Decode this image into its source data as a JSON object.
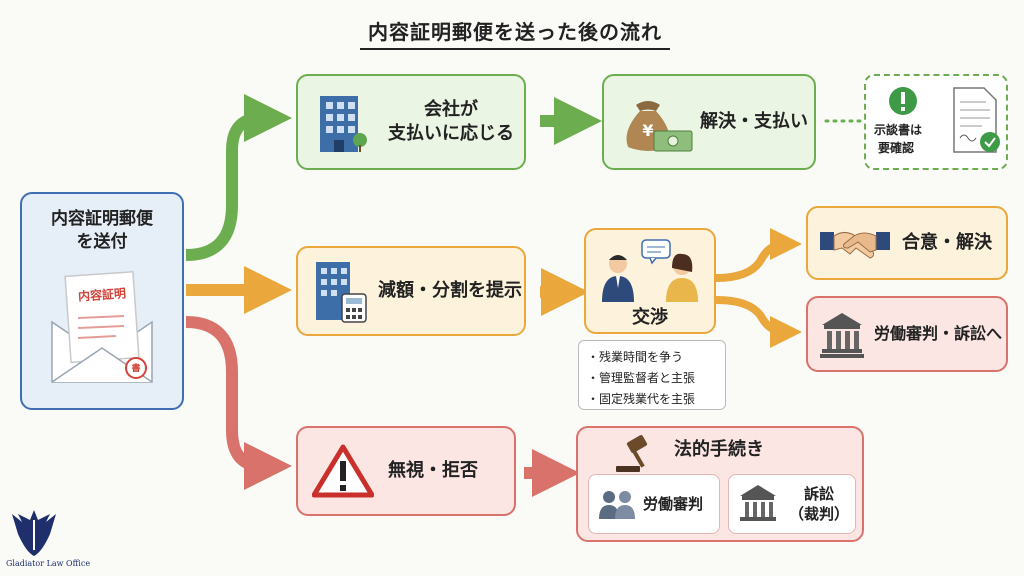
{
  "title": "内容証明郵便を送った後の流れ",
  "start": {
    "label_line1": "内容証明郵便",
    "label_line2": "を送付",
    "letter_label": "内容証明",
    "seal": "書"
  },
  "green_path": {
    "step1_line1": "会社が",
    "step1_line2": "支払いに応じる",
    "step2": "解決・支払い",
    "currency": "¥",
    "note_line1": "示談書は",
    "note_line2": "要確認"
  },
  "orange_path": {
    "step1": "減額・分割を提示",
    "negotiation": "交渉",
    "points": [
      "・残業時間を争う",
      "・管理監督者と主張",
      "・固定残業代を主張"
    ],
    "outcome_agree": "合意・解決",
    "outcome_court": "労働審判・訴訟へ"
  },
  "red_path": {
    "step1": "無視・拒否",
    "legal_title": "法的手続き",
    "labor_tribunal": "労働審判",
    "lawsuit_line1": "訴訟",
    "lawsuit_line2": "（裁判）"
  },
  "logo": {
    "text": "Gladiator Law Office"
  },
  "colors": {
    "green": "#6cae4f",
    "orange": "#e9a73c",
    "red": "#d8726b",
    "blue": "#3f6fb0"
  }
}
